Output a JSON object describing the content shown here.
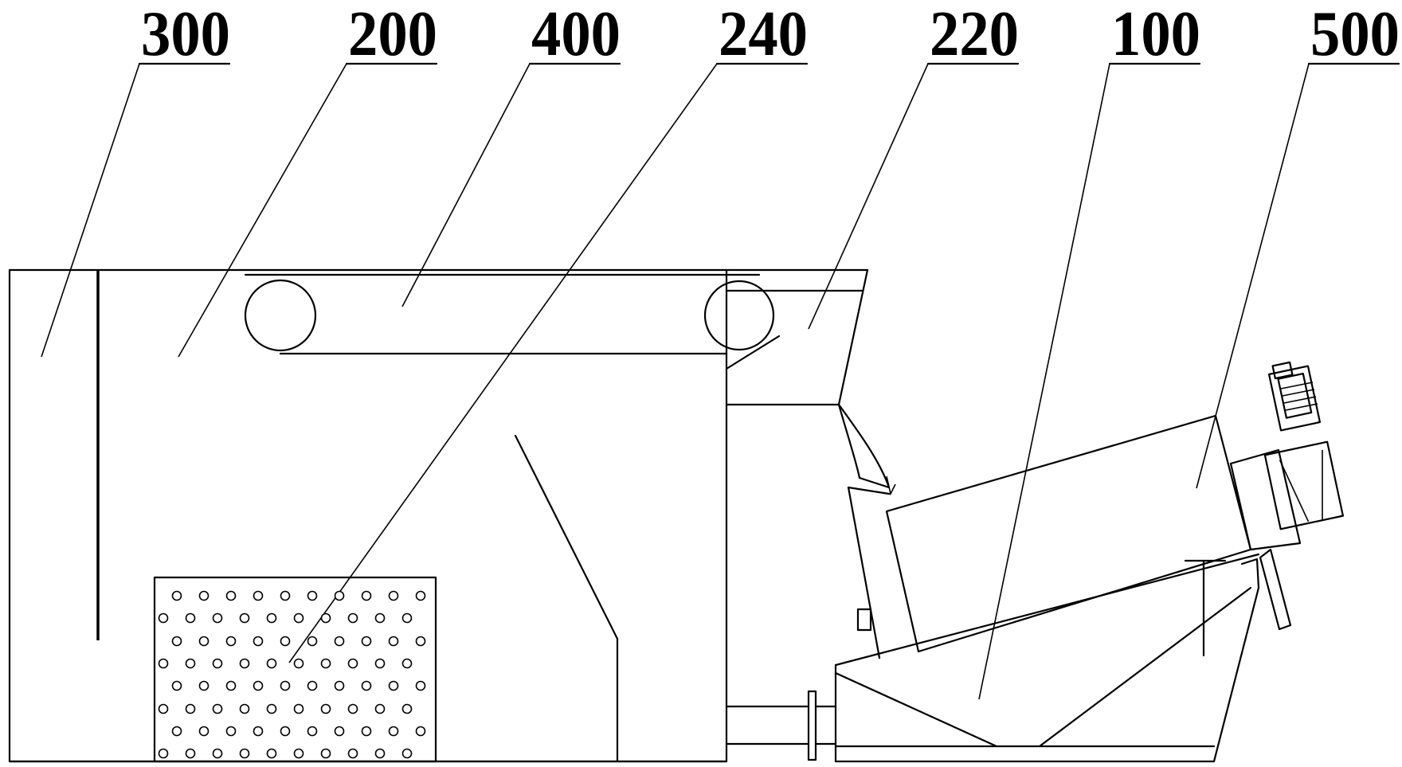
{
  "labels": {
    "part_300": "300",
    "part_200": "200",
    "part_400": "400",
    "part_240": "240",
    "part_220": "220",
    "part_100": "100",
    "part_500": "500"
  }
}
